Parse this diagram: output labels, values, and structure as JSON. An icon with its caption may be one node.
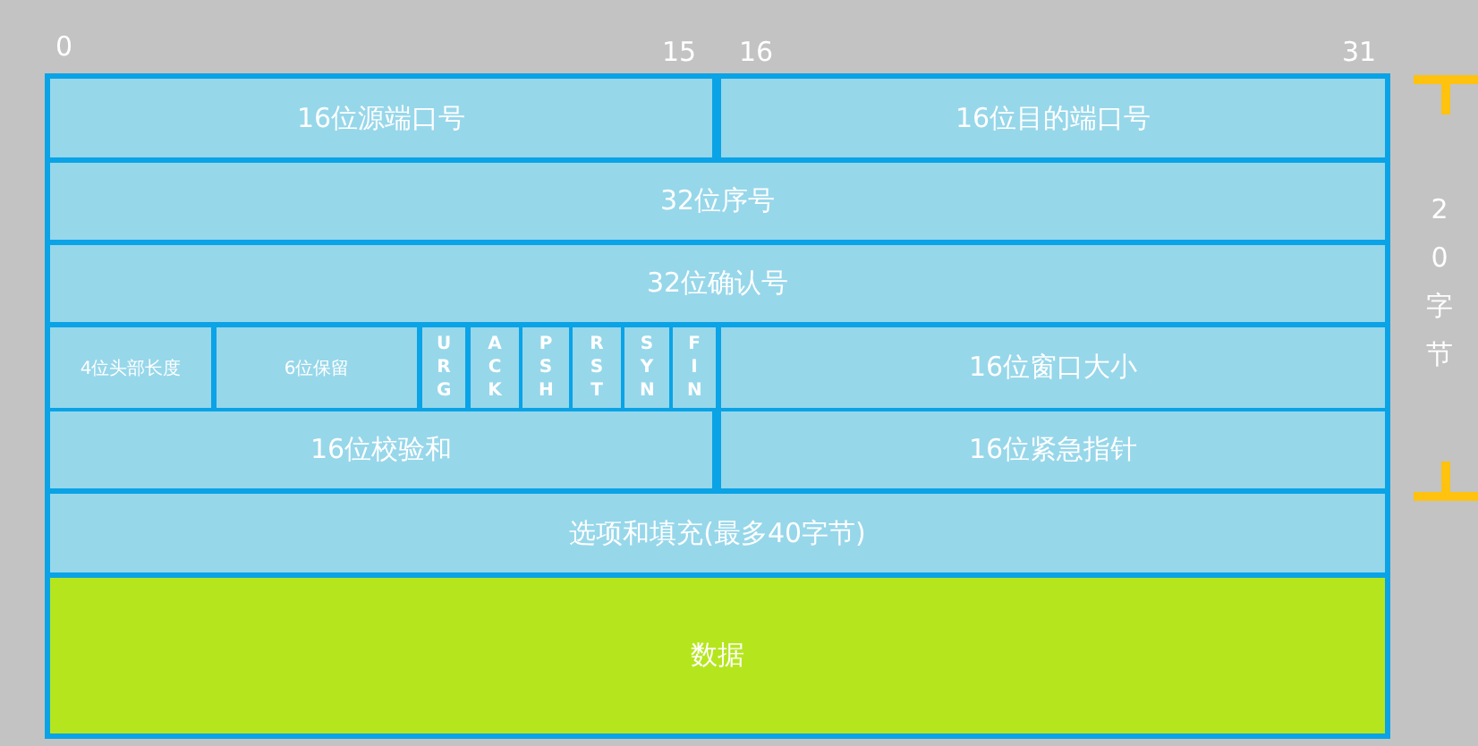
{
  "diagram": {
    "nodes": [
      {
        "text": [
          "16位源端口号"
        ]
      },
      {
        "text": [
          "16位目的端口号"
        ]
      },
      {
        "text": [
          "32位序号"
        ]
      },
      {
        "text": [
          "32位确认号"
        ]
      },
      {
        "text": [
          "4位头部长度"
        ]
      },
      {
        "text": [
          "6位保留"
        ]
      },
      {
        "text": [
          "URG"
        ]
      },
      {
        "text": [
          "ACK"
        ]
      },
      {
        "text": [
          "PSH"
        ]
      },
      {
        "text": [
          "RST"
        ]
      },
      {
        "text": [
          "SYN"
        ]
      },
      {
        "text": [
          "FIN"
        ]
      },
      {
        "text": [
          "16位窗口大小"
        ]
      },
      {
        "text": [
          "16位校验和"
        ]
      },
      {
        "text": [
          "16位紧急指针"
        ]
      },
      {
        "text": [
          "选项和填充(最多40字节)"
        ]
      },
      {
        "text": [
          "数据"
        ]
      }
    ],
    "labels": [
      "0",
      "15",
      "16",
      "31",
      "20字节"
    ]
  }
}
